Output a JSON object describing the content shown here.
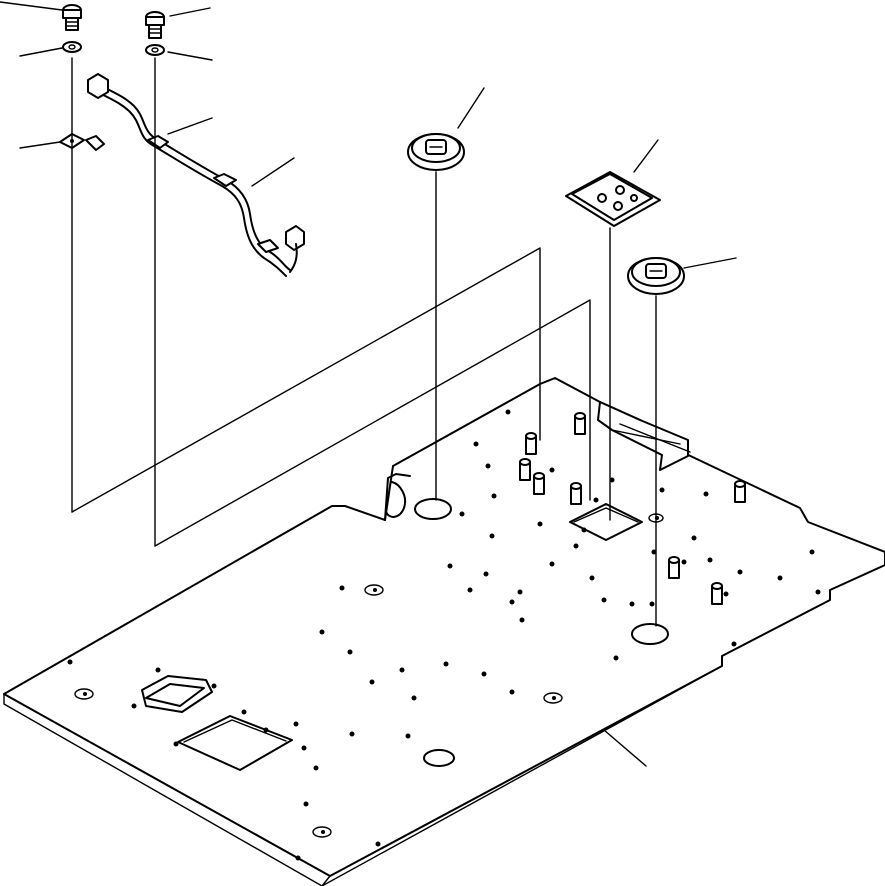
{
  "diagram": {
    "kind": "exploded-parts-view",
    "line_color": "#000000",
    "background": "#ffffff",
    "parts": [
      "floor-plate",
      "wiring-harness",
      "bolt-left",
      "bolt-right",
      "washer-left",
      "washer-right",
      "harness-clip",
      "grommet-small-1",
      "grommet-large",
      "grommet-small-2"
    ],
    "labels": []
  }
}
